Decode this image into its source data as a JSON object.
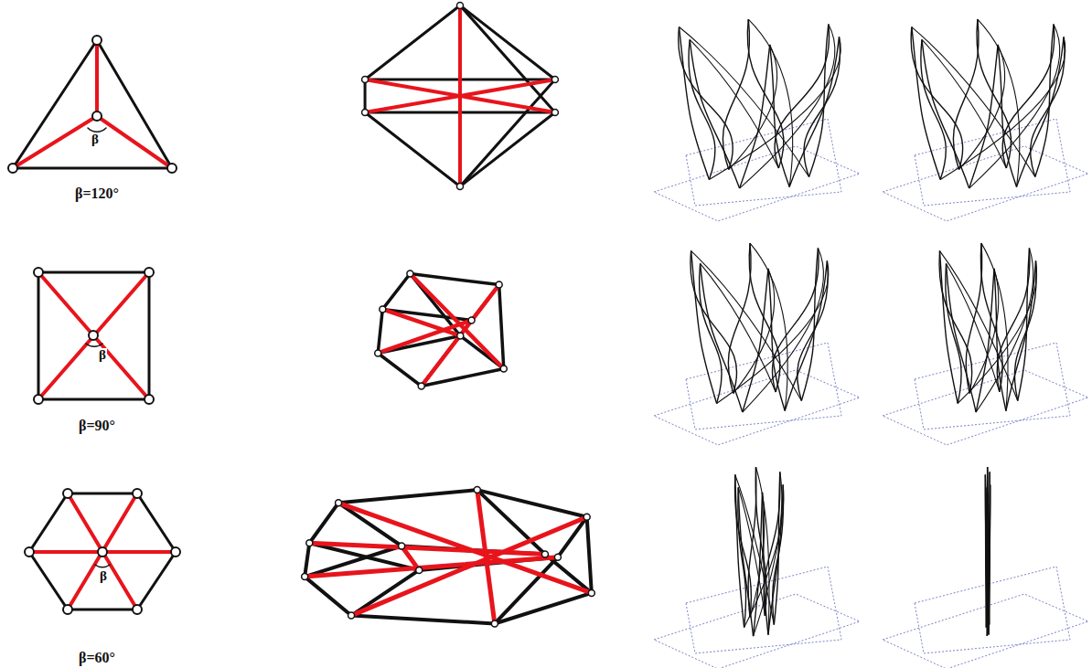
{
  "diagram": {
    "labels": [
      "β",
      "β=120°",
      "β",
      "β=90°",
      "β",
      "β=60°"
    ]
  }
}
